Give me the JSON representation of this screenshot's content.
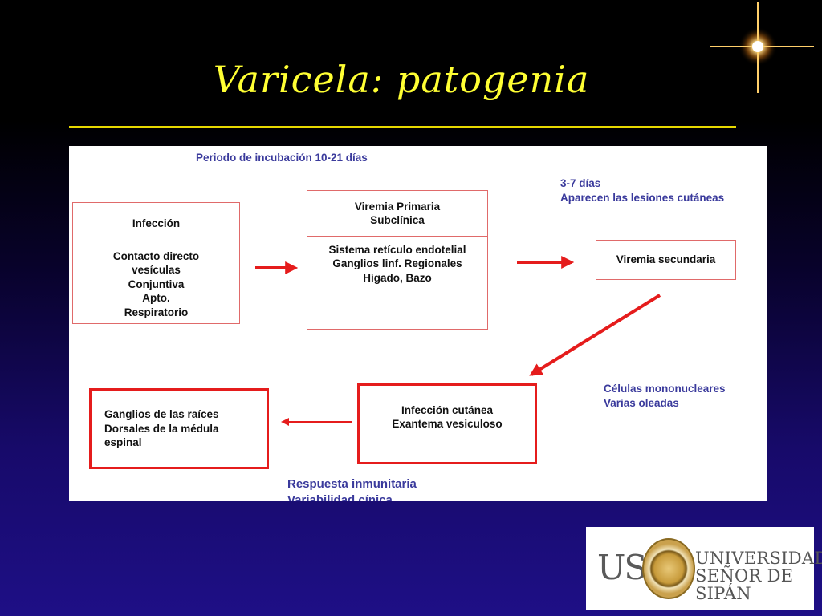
{
  "slide": {
    "title": "Varicela: patogenia",
    "colors": {
      "title": "#ffff33",
      "rule": "#e6d800",
      "note_text": "#3a3a9c",
      "arrow": "#e51c1c",
      "box_border": "#e06a6a"
    }
  },
  "diagram": {
    "incubation_note": "Periodo de incubación 10-21 días",
    "skin_note": [
      "3-7 días",
      "Aparecen las lesiones cutáneas"
    ],
    "mononuclear_note": [
      "Células mononucleares",
      "Varias oleadas"
    ],
    "immune_note": [
      "Respuesta inmunitaria",
      "Variabilidad cínica"
    ],
    "infection_box": {
      "header": "Infección",
      "lines": [
        "Contacto directo",
        "vesículas",
        "Conjuntiva",
        "Apto.",
        "Respiratorio"
      ]
    },
    "primary_viremia_box": {
      "header": [
        "Viremia Primaria",
        "Subclínica"
      ],
      "lines": [
        "Sistema retículo endotelial",
        "Ganglios linf. Regionales",
        "Hígado, Bazo"
      ]
    },
    "secondary_viremia_box": {
      "label": "Viremia secundaria"
    },
    "skin_infection_box": {
      "lines": [
        "Infección cutánea",
        "Exantema vesiculoso"
      ]
    },
    "ganglia_box": {
      "lines": [
        "Ganglios de las raíces",
        "Dorsales de la médula",
        "espinal"
      ]
    }
  },
  "logo": {
    "mark": "USS",
    "name_line1": "UNIVERSIDAD",
    "name_line2": "SEÑOR DE SIPÁN",
    "seal": "university-seal"
  }
}
